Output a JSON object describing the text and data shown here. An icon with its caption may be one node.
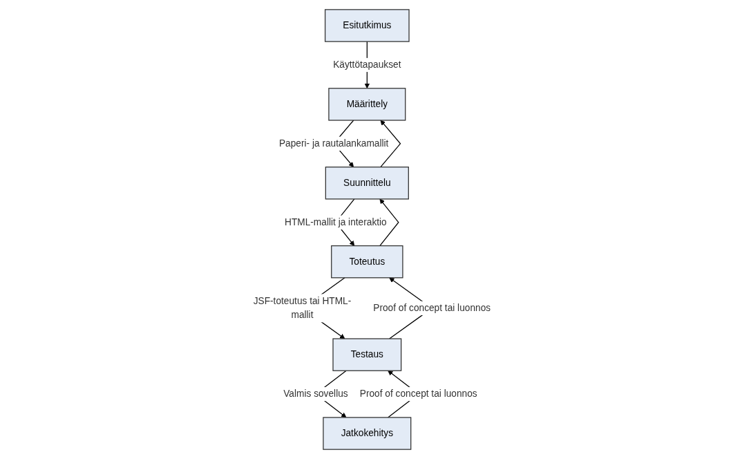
{
  "diagram": {
    "nodes": [
      {
        "text": [
          "Esitutkimus"
        ]
      },
      {
        "text": [
          "Määrittely"
        ]
      },
      {
        "text": [
          "Suunnittelu"
        ]
      },
      {
        "text": [
          "Toteutus"
        ]
      },
      {
        "text": [
          "Testaus"
        ]
      },
      {
        "text": [
          "Jatkokehitys"
        ]
      }
    ],
    "edges": [
      {
        "from": 0,
        "to": 1,
        "arrow": "to",
        "label": "Käyttötapaukset"
      },
      {
        "from": 1,
        "to": 2,
        "arrow": "to",
        "label": "Paperi- ja rautalankamallit"
      },
      {
        "from": 2,
        "to": 1,
        "arrow": "to"
      },
      {
        "from": 2,
        "to": 3,
        "arrow": "to",
        "label": "HTML-mallit ja interaktio"
      },
      {
        "from": 3,
        "to": 2,
        "arrow": "to"
      },
      {
        "from": 3,
        "to": 4,
        "arrow": "to",
        "label": "JSF-toteutus tai HTML-mallit"
      },
      {
        "from": 4,
        "to": 3,
        "arrow": "to",
        "label": "Proof of concept tai luonnos"
      },
      {
        "from": 4,
        "to": 5,
        "arrow": "to",
        "label": "Valmis sovellus"
      },
      {
        "from": 5,
        "to": 4,
        "arrow": "to",
        "label": "Proof of concept tai luonnos"
      }
    ]
  }
}
